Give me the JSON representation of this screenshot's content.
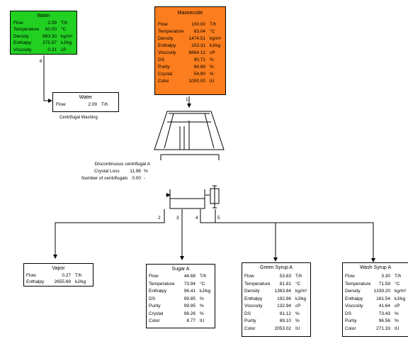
{
  "water_input": {
    "title": "Water",
    "rows": [
      {
        "label": "Flow",
        "value": "2.09",
        "unit": "T/h"
      },
      {
        "label": "Temperature",
        "value": "60.00",
        "unit": "°C"
      },
      {
        "label": "Density",
        "value": "983.30",
        "unit": "kg/m³"
      },
      {
        "label": "Enthalpy",
        "value": "375.97",
        "unit": "kJ/kg"
      },
      {
        "label": "Viscosity",
        "value": "0.31",
        "unit": "cP"
      }
    ]
  },
  "massecuite": {
    "title": "Massecuite",
    "rows": [
      {
        "label": "Flow",
        "value": "100.00",
        "unit": "T/h"
      },
      {
        "label": "Temperature",
        "value": "83.04",
        "unit": "°C"
      },
      {
        "label": "Density",
        "value": "1474.51",
        "unit": "kg/m³"
      },
      {
        "label": "Enthalpy",
        "value": "153.31",
        "unit": "kJ/kg"
      },
      {
        "label": "Viscosity",
        "value": "6864.12",
        "unit": "cP"
      },
      {
        "label": "DS",
        "value": "90.71",
        "unit": "%"
      },
      {
        "label": "Purity",
        "value": "94.69",
        "unit": "%"
      },
      {
        "label": "Crystal",
        "value": "54.90",
        "unit": "%"
      },
      {
        "label": "Color",
        "value": "1000.00",
        "unit": "IU"
      }
    ]
  },
  "water_wash": {
    "title": "Water",
    "rows": [
      {
        "label": "Flow",
        "value": "2.09",
        "unit": "T/h"
      }
    ],
    "caption": "Centrifugal Washing"
  },
  "centrifugal": {
    "name": "Discontinuous centrifugal  A",
    "crystal_loss_label": "Crystal Loss",
    "crystal_loss_value": "11.96",
    "crystal_loss_unit": "%",
    "num_label": "Number of centrifugals",
    "num_value": "0.00",
    "num_unit": "-"
  },
  "stream_numbers": [
    "1",
    "2",
    "3",
    "4",
    "5",
    "6"
  ],
  "vapor": {
    "title": "Vapor",
    "rows": [
      {
        "label": "Flow",
        "value": "0.27",
        "unit": "T/h"
      },
      {
        "label": "Enthalpy",
        "value": "2655.69",
        "unit": "kJ/kg"
      }
    ]
  },
  "sugar": {
    "title": "Sugar A",
    "rows": [
      {
        "label": "Flow",
        "value": "44.68",
        "unit": "T/h"
      },
      {
        "label": "Temperature",
        "value": "73.94",
        "unit": "°C"
      },
      {
        "label": "Enthalpy",
        "value": "96.41",
        "unit": "kJ/kg"
      },
      {
        "label": "DS",
        "value": "99.85",
        "unit": "%"
      },
      {
        "label": "Purity",
        "value": "99.95",
        "unit": "%"
      },
      {
        "label": "Crystal",
        "value": "98.26",
        "unit": "%"
      },
      {
        "label": "Color",
        "value": "8.77",
        "unit": "IU"
      }
    ]
  },
  "green_syrup": {
    "title": "Green Syrup A",
    "rows": [
      {
        "label": "Flow",
        "value": "53.83",
        "unit": "T/h"
      },
      {
        "label": "Temperature",
        "value": "81.81",
        "unit": "°C"
      },
      {
        "label": "Density",
        "value": "1363.84",
        "unit": "kg/m³"
      },
      {
        "label": "Enthalpy",
        "value": "192.96",
        "unit": "kJ/kg"
      },
      {
        "label": "Viscosity",
        "value": "132.94",
        "unit": "cP"
      },
      {
        "label": "DS",
        "value": "81.12",
        "unit": "%"
      },
      {
        "label": "Purity",
        "value": "89.10",
        "unit": "%"
      },
      {
        "label": "Color",
        "value": "2053.02",
        "unit": "IU"
      }
    ]
  },
  "wash_syrup": {
    "title": "Wash Syrup A",
    "rows": [
      {
        "label": "Flow",
        "value": "3.30",
        "unit": "T/h"
      },
      {
        "label": "Temperature",
        "value": "71.59",
        "unit": "°C"
      },
      {
        "label": "Density",
        "value": "1339.20",
        "unit": "kg/m³"
      },
      {
        "label": "Enthalpy",
        "value": "181.54",
        "unit": "kJ/kg"
      },
      {
        "label": "Viscosity",
        "value": "41.64",
        "unit": "cP"
      },
      {
        "label": "DS",
        "value": "73.43",
        "unit": "%"
      },
      {
        "label": "Purity",
        "value": "96.56",
        "unit": "%"
      },
      {
        "label": "Color",
        "value": "271.33",
        "unit": "IU"
      }
    ]
  }
}
